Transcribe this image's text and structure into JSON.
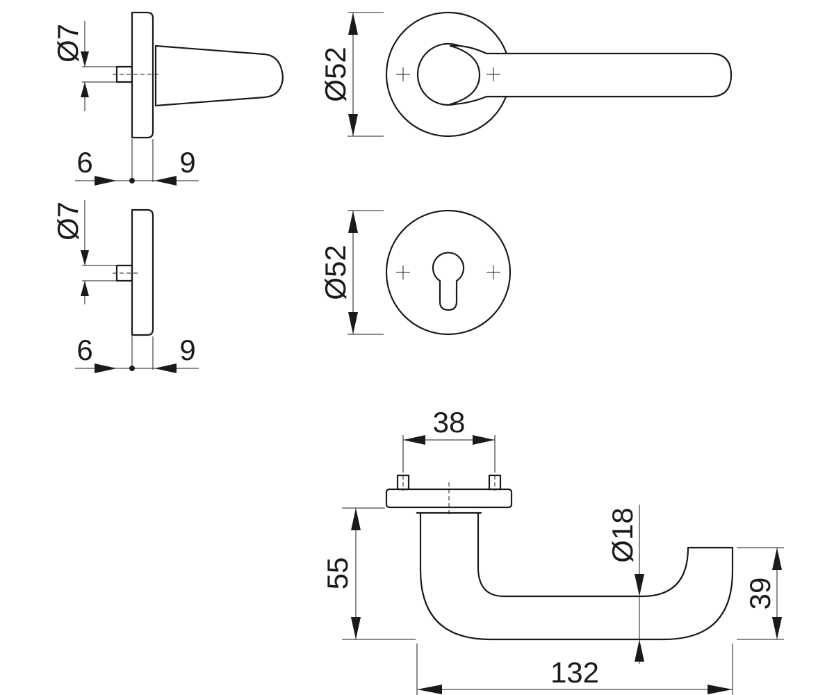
{
  "dimensions": {
    "rose_top_diameter": "Ø7",
    "rose_top_offset_left": "6",
    "rose_top_offset_right": "9",
    "rose_bottom_diameter": "Ø7",
    "rose_bottom_offset_left": "6",
    "rose_bottom_offset_right": "9",
    "handle_rose_diameter": "Ø52",
    "key_rose_diameter": "Ø52",
    "fixing_spacing": "38",
    "lever_height": "55",
    "lever_bar_diameter": "Ø18",
    "lever_end_height": "39",
    "lever_length": "132"
  },
  "colors": {
    "line": "#1a1a1a",
    "background": "#ffffff"
  }
}
